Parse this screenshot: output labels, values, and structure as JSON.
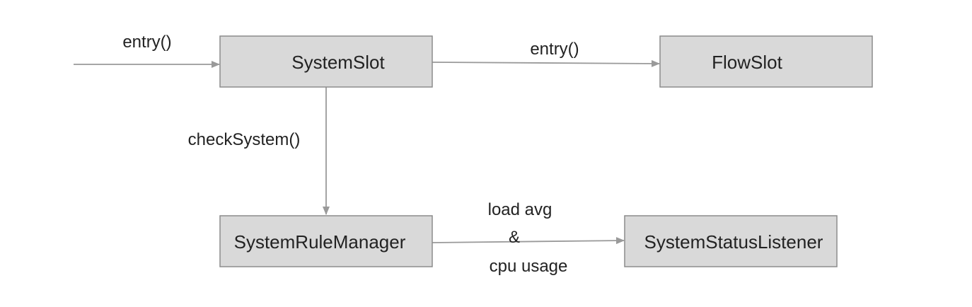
{
  "diagram": {
    "nodes": {
      "system_slot": "SystemSlot",
      "flow_slot": "FlowSlot",
      "system_rule_manager": "SystemRuleManager",
      "system_status_listener": "SystemStatusListener"
    },
    "edges": {
      "entry_in": "entry()",
      "entry_to_flow": "entry()",
      "check_system": "checkSystem()",
      "load_avg": "load avg",
      "ampersand": "&",
      "cpu_usage": "cpu usage"
    }
  },
  "colors": {
    "node_fill": "#d9d9d9",
    "node_stroke": "#8c8c8c",
    "edge": "#9a9a9a",
    "text": "#222222"
  }
}
